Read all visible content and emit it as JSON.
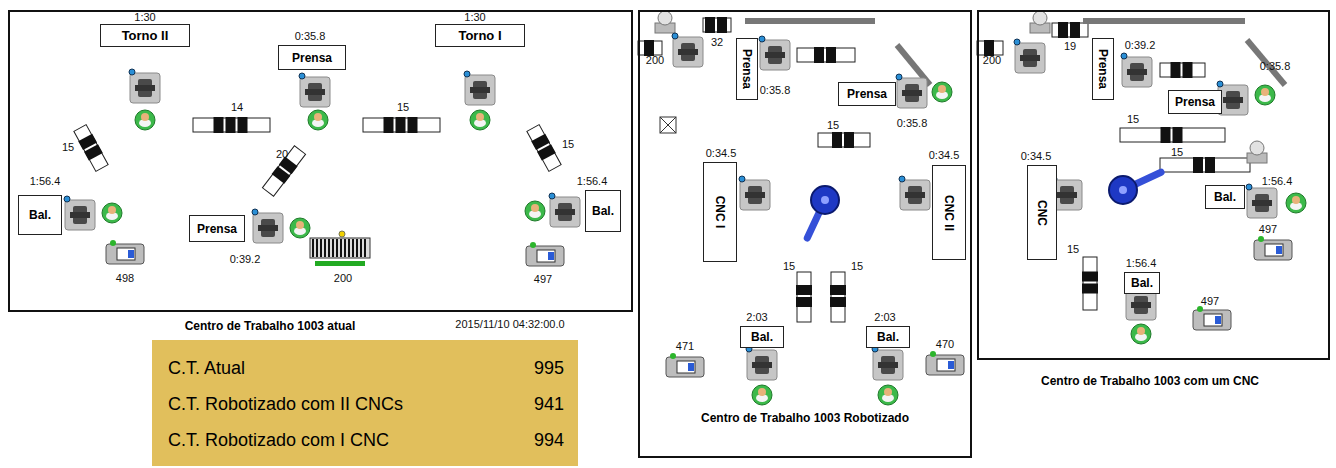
{
  "diagram": {
    "nodes": [
      {
        "text": [
          "Centro de Trabalho 1003 atual"
        ]
      },
      {
        "text": [
          "Torno II"
        ],
        "in": 0
      },
      {
        "text": [
          "Prensa"
        ],
        "in": 0
      },
      {
        "text": [
          "Torno I"
        ],
        "in": 0
      },
      {
        "text": [
          "Bal."
        ],
        "in": 0
      },
      {
        "text": [
          "Prensa"
        ],
        "in": 0
      },
      {
        "text": [
          "Bal."
        ],
        "in": 0
      },
      {
        "text": [
          "C.T. Atual",
          "995",
          "C.T. Robotizado com II CNCs",
          "941",
          "C.T. Robotizado com I CNC",
          "994"
        ]
      },
      {
        "text": [
          "Centro de Trabalho 1003 Robotizado"
        ]
      },
      {
        "text": [
          "Prensa"
        ],
        "in": 8
      },
      {
        "text": [
          "Prensa"
        ],
        "in": 8
      },
      {
        "text": [
          "CNC I"
        ],
        "in": 8
      },
      {
        "text": [
          "CNC II"
        ],
        "in": 8
      },
      {
        "text": [
          "Bal."
        ],
        "in": 8
      },
      {
        "text": [
          "Bal."
        ],
        "in": 8
      },
      {
        "text": [
          "Centro de Trabalho 1003 com um CNC"
        ]
      },
      {
        "text": [
          "Prensa"
        ],
        "in": 15
      },
      {
        "text": [
          "Prensa"
        ],
        "in": 15
      },
      {
        "text": [
          "CNC"
        ],
        "in": 15
      },
      {
        "text": [
          "Bal."
        ],
        "in": 15
      },
      {
        "text": [
          "Bal."
        ],
        "in": 15
      }
    ],
    "labels": [
      "1:30",
      "0:35.8",
      "1:30",
      "14",
      "15",
      "15",
      "15",
      "20",
      "1:56.4",
      "1:56.4",
      "0:39.2",
      "498",
      "200",
      "497",
      "2015/11/10 04:32:00.0",
      "200",
      "32",
      "0:35.8",
      "0:35.8",
      "15",
      "0:34.5",
      "0:34.5",
      "15",
      "15",
      "2:03",
      "2:03",
      "471",
      "470",
      "200",
      "19",
      "0:39.2",
      "0:35.8",
      "15",
      "15",
      "0:34.5",
      "1:56.4",
      "497",
      "15",
      "1:56.4",
      "497"
    ]
  }
}
